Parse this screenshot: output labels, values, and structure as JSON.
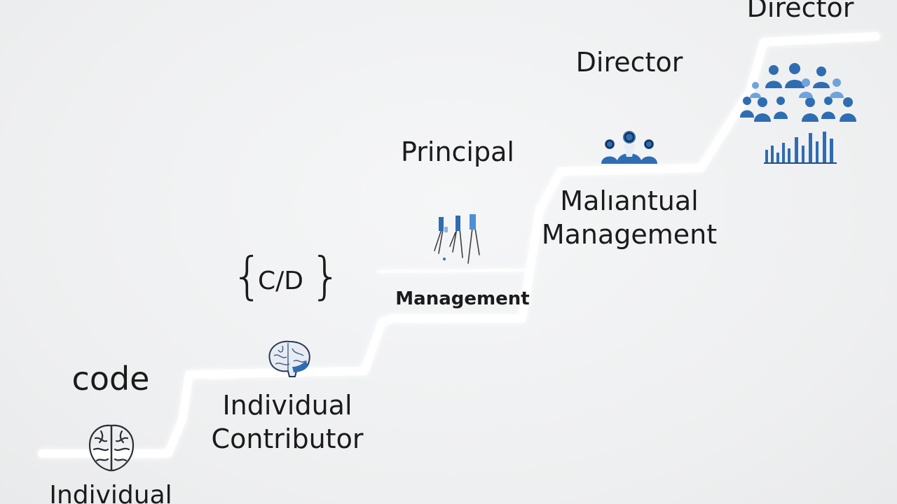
{
  "labels": {
    "code": "code",
    "individual_bottom": "Individual",
    "cd_open": "{",
    "cd_text": "C/D",
    "cd_close": "}",
    "ic_line1": "Individual",
    "ic_line2": "Contributor",
    "principal": "Principal",
    "management_small": "Management",
    "director_mid": "Director",
    "mm_line1": "Malıantual",
    "mm_line2": "Management",
    "director_top": "Director"
  },
  "icons": {
    "brain_bottom": "brain-icon",
    "brain_ic": "brain-icon",
    "tools": "tools-icon",
    "team": "team-icon",
    "org": "organization-icon",
    "bars": "bar-chart-icon"
  },
  "colors": {
    "accent": "#2f6db3",
    "accent_light": "#4e8fd6",
    "text": "#1b1b1b",
    "stair": "#ffffff"
  }
}
